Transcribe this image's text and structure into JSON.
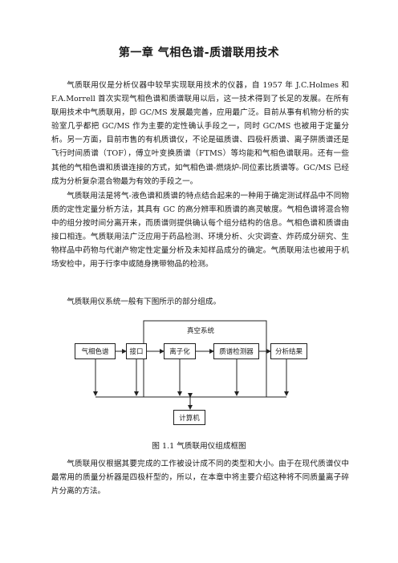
{
  "title": "第一章  气相色谱-质谱联用技术",
  "paragraphs": [
    "气质联用仪是分析仪器中较早实现联用技术的仪器，自 1957 年 J.C.Holmes 和 F.A.Morrell 首次实现气相色谱和质谱联用以后，这一技术得到了长足的发展。在所有联用技术中气质联用，即 GC/MS 发展最完善，应用最广泛。目前从事有机物分析的实验室几乎都把 GC/MS 作为主要的定性确认手段之一，同时 GC/MS 也被用于定量分析。另一方面，目前市售的有机质谱仪，不论是磁质谱、四极杆质谱、离子阱质谱还是飞行时间质谱（TOF），傅立叶变换质谱（FTMS）等均能和气相色谱联用。还有一些其他的气相色谱和质谱连接的方式，如气相色谱-燃烧炉-同位素比质谱等。GC/MS 已经成为分析复杂混合物最为有效的手段之一。",
    "气质联用法是将气-液色谱和质谱的特点结合起来的一种用于确定测试样品中不同物质的定性定量分析方法，其具有 GC 的高分辨率和质谱的高灵敏度。气相色谱将混合物中的组分按时间分离开来，而质谱则提供确认每个组分结构的信息。气相色谱和质谱由接口相连。气质联用法广泛应用于药品检测、环境分析、火灾调查、炸药成分研究、生物样品中药物与代谢产物定性定量分析及未知样品成分的确定。气质联用法也被用于机场安检中，用于行李中或随身携带物品的检测。",
    "气质联用仪系统一般有下图所示的部分组成。",
    "气质联用仪根据其要完成的工作被设计成不同的类型和大小。由于在现代质谱仪中最常用的质量分析器是四极杆型的，所以，在本章中将主要介绍这种将不同质量离子碎片分离的方法。"
  ],
  "diagram": {
    "vacuum_label": "真空系统",
    "boxes": [
      "气相色谱",
      "接口",
      "离子化",
      "质谱检测器",
      "分析结果"
    ],
    "computer": "计算机"
  },
  "caption": "图 1.1  气质联用仪组成框图"
}
